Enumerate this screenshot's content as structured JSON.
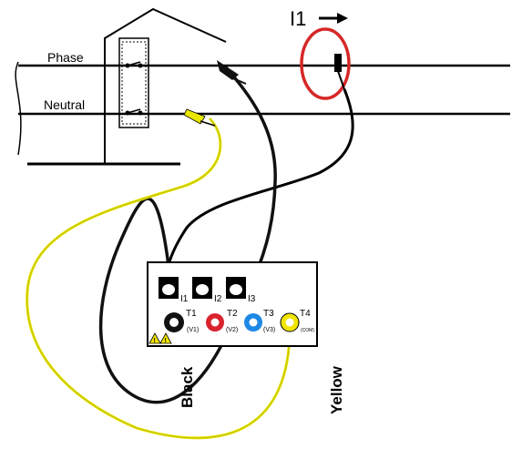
{
  "diagram": {
    "labels": {
      "phase": "Phase",
      "neutral": "Neutral",
      "current_probe": "I1",
      "black_lead": "Black",
      "yellow_lead": "Yellow"
    },
    "instrument": {
      "current_inputs": [
        "I1",
        "I2",
        "I3"
      ],
      "voltage_terminals": [
        {
          "name": "T1",
          "sub": "(V1)",
          "color": "#111111"
        },
        {
          "name": "T2",
          "sub": "(V2)",
          "color": "#d9232d"
        },
        {
          "name": "T3",
          "sub": "(V3)",
          "color": "#1e88e5"
        },
        {
          "name": "T4",
          "sub": "(COM)",
          "color": "#f2e600"
        }
      ]
    },
    "colors": {
      "black_lead": "#111111",
      "yellow_lead": "#e9e600",
      "current_loop": "#d62828",
      "wiring": "#000000"
    }
  }
}
